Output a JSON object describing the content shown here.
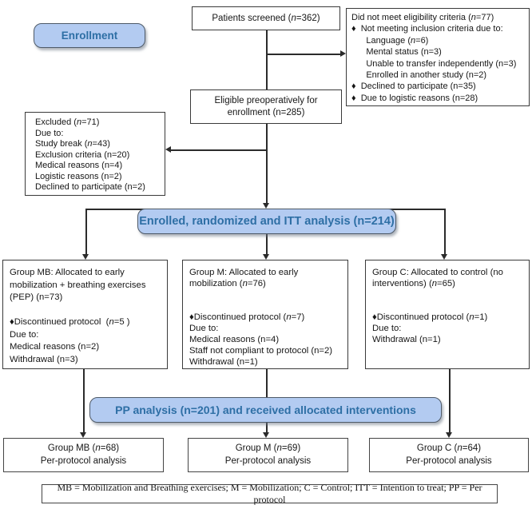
{
  "colors": {
    "highlight_fill": "#b3cbf1",
    "highlight_border": "#4e5a68",
    "highlight_text": "#2e6fa5",
    "box_border": "#3a3a3a",
    "connector": "#2b2b2b"
  },
  "banner": {
    "label": "Enrollment"
  },
  "boxes": {
    "patients_screened": {
      "lines": [
        "Patients screened (*n*=362)"
      ]
    },
    "not_eligible": {
      "lines": [
        "Did not meet eligibility criteria (*n*=77)",
        "♦  Not meeting inclusion criteria due to:",
        "      Language (*n*=6)",
        "      Mental status (n=3)",
        "      Unable to transfer independently (n=3)",
        "      Enrolled in another study (n=2)",
        "♦  Declined to participate (n=35)",
        "♦  Due to logistic reasons (n=28)"
      ]
    },
    "eligible": {
      "lines": [
        "Eligible preoperatively for",
        "enrollment (n=285)"
      ]
    },
    "excluded": {
      "lines": [
        "Excluded (*n*=71)",
        "Due to:",
        "Study break (*n*=43)",
        "Exclusion criteria (n=20)",
        "Medical reasons (n=4)",
        "Logistic reasons (n=2)",
        "Declined to participate (n=2)"
      ]
    },
    "itt": {
      "lines": [
        "Enrolled, randomized and ITT analysis (n=214)"
      ]
    },
    "group_mb": {
      "lines": [
        "Group MB: Allocated to early",
        "mobilization + breathing exercises",
        "(PEP) (n=73)",
        "",
        "♦Discontinued protocol  (*n*=5 )",
        "Due to:",
        "Medical reasons (n=2)",
        "Withdrawal (n=3)"
      ]
    },
    "group_m": {
      "lines": [
        "Group M: Allocated to early",
        "mobilization (*n*=76)",
        "",
        "",
        "♦Discontinued protocol (*n*=7)",
        "Due to:",
        "Medical reasons (n=4)",
        "Staff not compliant to protocol (n=2)",
        "Withdrawal (n=1)"
      ]
    },
    "group_c": {
      "lines": [
        "Group C: Allocated to control (no",
        "interventions) (*n*=65)",
        "",
        "",
        "♦Discontinued protocol (*n*=1)",
        "Due to:",
        "Withdrawal (n=1)"
      ]
    },
    "pp": {
      "lines": [
        "PP analysis (n=201) and received allocated interventions"
      ]
    },
    "pp_group_mb": {
      "lines": [
        "Group MB (*n*=68)",
        "Per-protocol analysis"
      ]
    },
    "pp_group_m": {
      "lines": [
        "Group M (*n*=69)",
        "Per-protocol analysis"
      ]
    },
    "pp_group_c": {
      "lines": [
        "Group C (*n*=64)",
        "Per-protocol analysis"
      ]
    }
  },
  "legend": {
    "text": "MB = Mobilization and Breathing exercises; M = Mobilization; C = Control; ITT = Intention to treat; PP = Per protocol"
  }
}
